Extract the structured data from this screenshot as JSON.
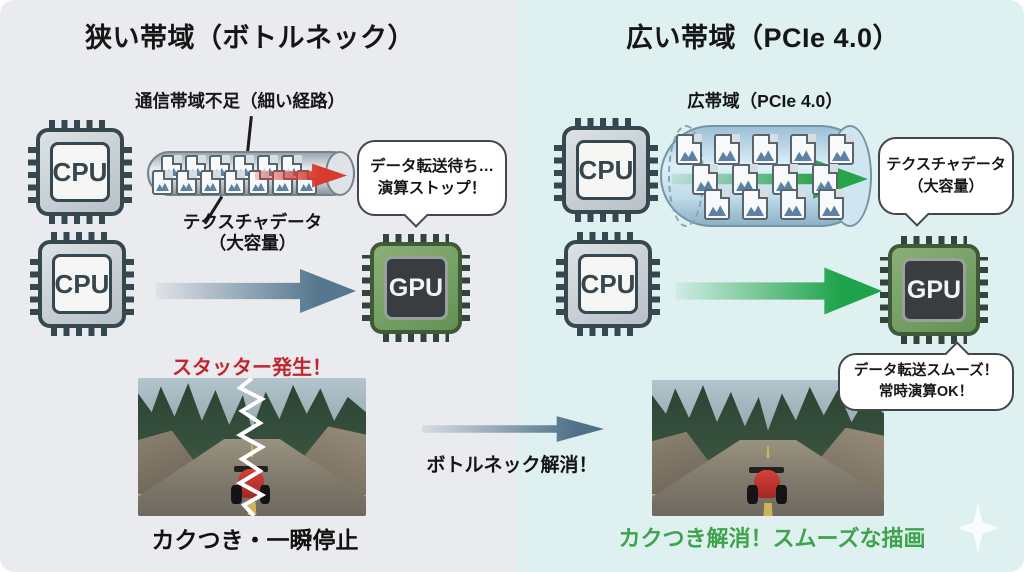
{
  "left_panel": {
    "title": "狭い帯域（ボトルネック）",
    "pipe_label": "通信帯域不足（細い経路）",
    "pipe": {
      "icon_rows": [
        6,
        7
      ],
      "icon_name": "image-file-icon"
    },
    "texture_label": {
      "line1": "テクスチャデータ",
      "line2": "（大容量）"
    },
    "cpu_top_label": "CPU",
    "cpu_bottom_label": "CPU",
    "gpu_label": "GPU",
    "gpu_bubble": {
      "line1": "データ転送待ち…",
      "line2": "演算ストップ！"
    },
    "alert_text": "スタッター発生！",
    "caption": "カクつき・一瞬停止"
  },
  "center": {
    "arrow_caption": "ボトルネック解消！"
  },
  "right_panel": {
    "title": "広い帯域（PCIe 4.0）",
    "pipe_label": "広帯域（PCIe 4.0）",
    "pipe": {
      "icon_rows": [
        5,
        4,
        4
      ],
      "icon_name": "image-file-icon"
    },
    "texture_bubble": {
      "line1": "テクスチャデータ",
      "line2": "（大容量）"
    },
    "cpu_top_label": "CPU",
    "cpu_bottom_label": "CPU",
    "gpu_label": "GPU",
    "gpu_bubble": {
      "line1": "データ転送スムーズ！",
      "line2": "常時演算OK！"
    },
    "caption": "カクつき解消！スムーズな描画"
  },
  "colors": {
    "left_background": "#eaebef",
    "right_background": "#def0f0",
    "alert_red": "#c1272d",
    "success_green": "#3fa34d",
    "narrow_arrow_gray": "#56788f",
    "wide_arrow_green": "#1ea34a",
    "pipe_arrow_red": "#d93a2f"
  }
}
